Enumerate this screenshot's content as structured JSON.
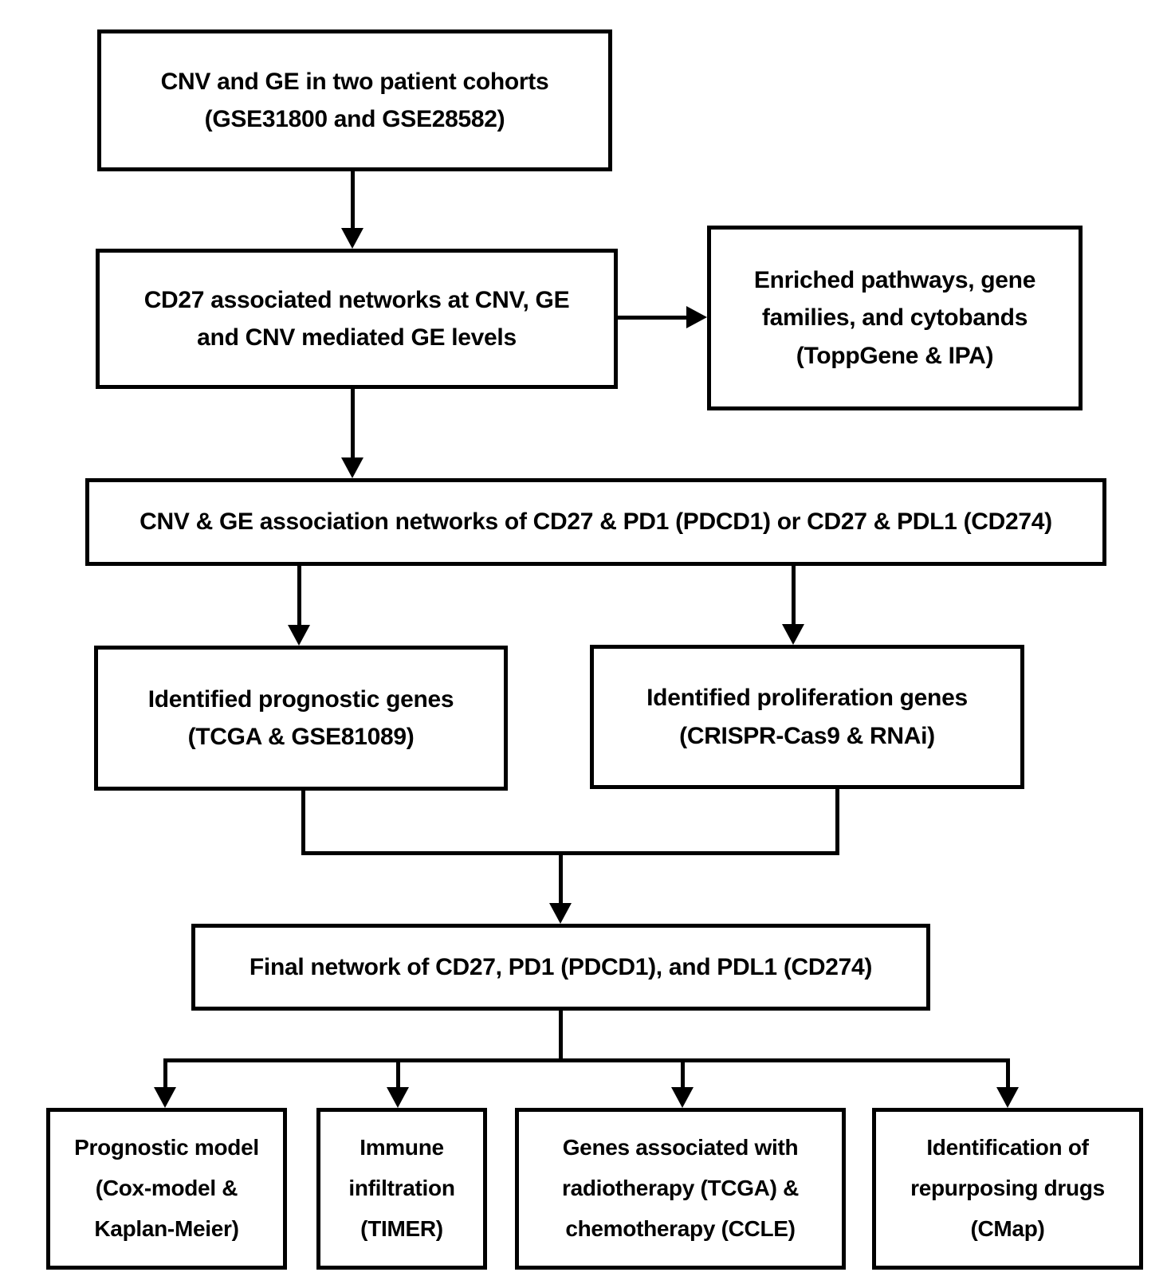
{
  "colors": {
    "background": "#ffffff",
    "border": "#000000",
    "text": "#000000"
  },
  "nodes": {
    "cohorts": {
      "lines": [
        "CNV and GE in two patient cohorts",
        "(GSE31800 and GSE28582)"
      ]
    },
    "cd27_networks": {
      "lines": [
        "CD27 associated networks at CNV, GE",
        "and CNV mediated GE levels"
      ]
    },
    "enriched_pathways": {
      "lines": [
        "Enriched pathways, gene",
        "families, and cytobands",
        "(ToppGene & IPA)"
      ]
    },
    "assoc_networks": {
      "lines": [
        "CNV & GE association networks of CD27 & PD1 (PDCD1) or CD27 & PDL1 (CD274)"
      ]
    },
    "prognostic_genes": {
      "lines": [
        "Identified prognostic genes",
        "(TCGA & GSE81089)"
      ]
    },
    "proliferation_genes": {
      "lines": [
        "Identified proliferation genes",
        "(CRISPR-Cas9 & RNAi)"
      ]
    },
    "final_network": {
      "lines": [
        "Final network of CD27, PD1 (PDCD1), and PDL1 (CD274)"
      ]
    },
    "prognostic_model": {
      "lines": [
        "Prognostic model",
        "(Cox-model &",
        "Kaplan-Meier)"
      ]
    },
    "immune_infiltration": {
      "lines": [
        "Immune",
        "infiltration",
        "(TIMER)"
      ]
    },
    "radio_chemo": {
      "lines": [
        "Genes associated with",
        "radiotherapy (TCGA) &",
        "chemotherapy (CCLE)"
      ]
    },
    "repurposing_drugs": {
      "lines": [
        "Identification of",
        "repurposing drugs",
        "(CMap)"
      ]
    }
  },
  "edges": [
    {
      "from": "cohorts",
      "to": "cd27_networks"
    },
    {
      "from": "cd27_networks",
      "to": "enriched_pathways"
    },
    {
      "from": "cd27_networks",
      "to": "assoc_networks"
    },
    {
      "from": "assoc_networks",
      "to": "prognostic_genes"
    },
    {
      "from": "assoc_networks",
      "to": "proliferation_genes"
    },
    {
      "from": "prognostic_genes",
      "to": "final_network"
    },
    {
      "from": "proliferation_genes",
      "to": "final_network"
    },
    {
      "from": "final_network",
      "to": "prognostic_model"
    },
    {
      "from": "final_network",
      "to": "immune_infiltration"
    },
    {
      "from": "final_network",
      "to": "radio_chemo"
    },
    {
      "from": "final_network",
      "to": "repurposing_drugs"
    }
  ]
}
